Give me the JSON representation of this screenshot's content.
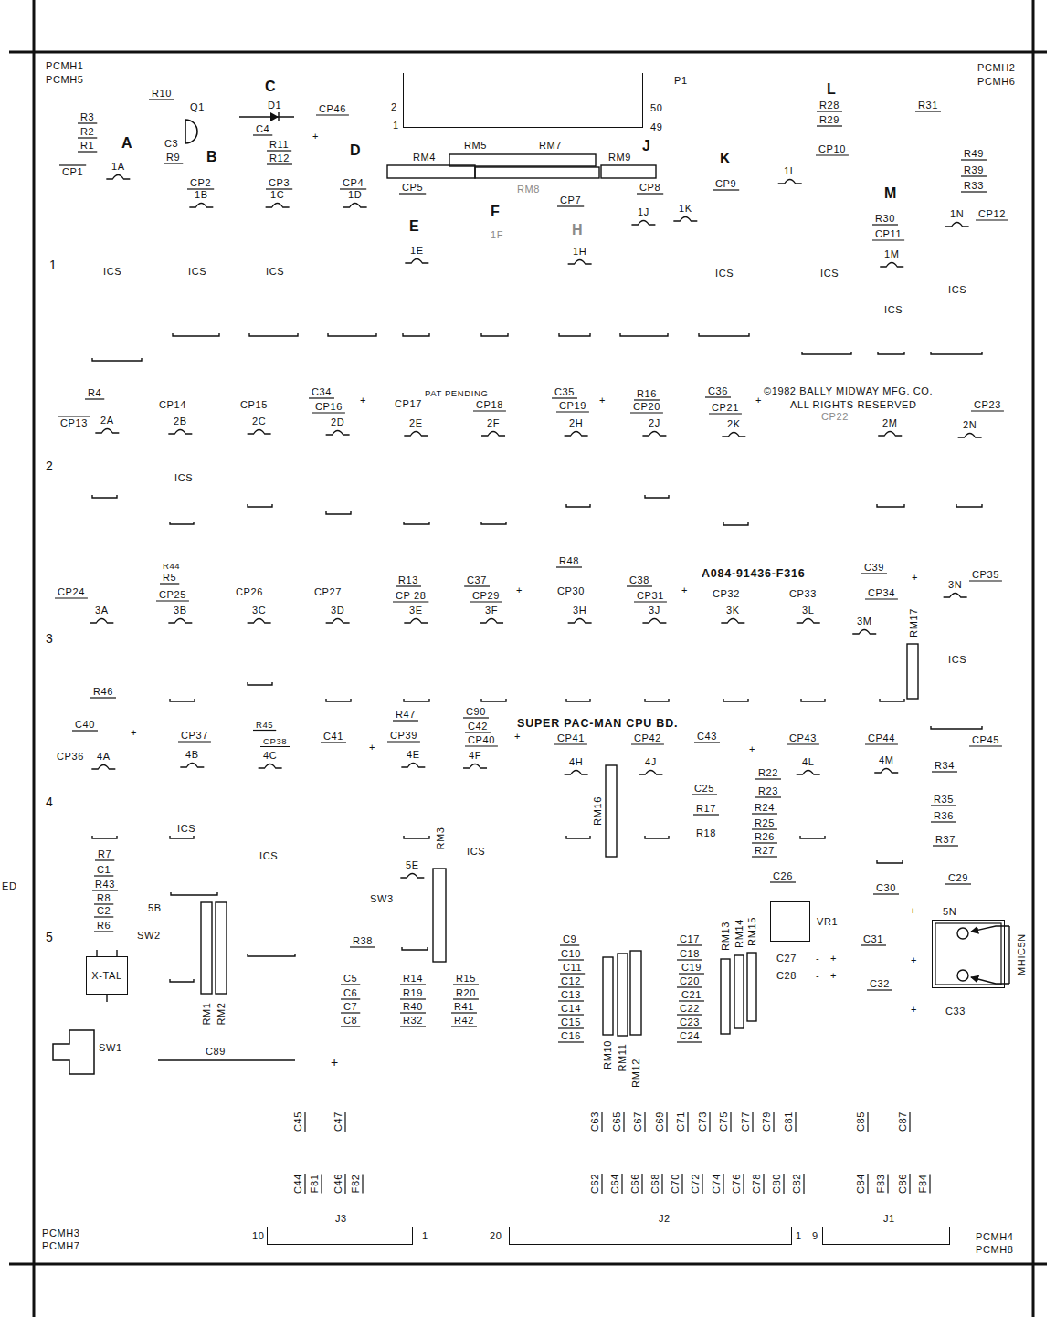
{
  "diagram": {
    "nodes": [
      {
        "text": [
          "P1"
        ]
      },
      {
        "text": [
          "X-TAL"
        ]
      },
      {
        "text": [
          "SW1"
        ]
      },
      {
        "text": [
          "VR1"
        ]
      },
      {
        "text": [
          "MHIC5N"
        ]
      },
      {
        "text": [
          "J3"
        ]
      },
      {
        "text": [
          "J2"
        ]
      },
      {
        "text": [
          "J1"
        ]
      }
    ],
    "labels": [
      "PCMH1",
      "PCMH5",
      "PCMH2",
      "PCMH6",
      "PCMH3",
      "PCMH7",
      "PCMH4",
      "PCMH8",
      "ED",
      "1",
      "2",
      "3",
      "4",
      "5",
      "R10",
      "Q1",
      "C",
      "D1",
      "C4",
      "CP46",
      "+",
      "R3",
      "R2",
      "R1",
      "A",
      "C3",
      "R9",
      "B",
      "R11",
      "R12",
      "D",
      "1A",
      "CP1",
      "CP2",
      "1B",
      "CP3",
      "1C",
      "CP4",
      "1D",
      "2",
      "1",
      "50",
      "49",
      "RM4",
      "RM5",
      "RM7",
      "RM9",
      "J",
      "CP5",
      "RM8",
      "F",
      "CP7",
      "CP8",
      "E",
      "1F",
      "H",
      "1E",
      "1H",
      "1J",
      "K",
      "CP9",
      "1K",
      "L",
      "R28",
      "R29",
      "R31",
      "CP10",
      "1L",
      "M",
      "R49",
      "R39",
      "R33",
      "R30",
      "CP11",
      "1N",
      "CP12",
      "1M",
      "ICS",
      "ICS",
      "ICS",
      "ICS",
      "ICS",
      "ICS",
      "ICS",
      "R4",
      "CP13",
      "2A",
      "CP14",
      "2B",
      "CP15",
      "2C",
      "C34",
      "CP16",
      "+",
      "2D",
      "CP17",
      "2E",
      "PAT PENDING",
      "CP18",
      "2F",
      "C35",
      "CP19",
      "+",
      "2H",
      "R16",
      "CP20",
      "2J",
      "C36",
      "CP21",
      "+",
      "2K",
      "©1982 BALLY MIDWAY MFG. CO.",
      "ALL RIGHTS RESERVED",
      "CP22",
      "2M",
      "CP23",
      "2N",
      "ICS",
      "R44",
      "R5",
      "CP25",
      "3B",
      "CP24",
      "3A",
      "CP26",
      "3C",
      "CP27",
      "3D",
      "R13",
      "CP 28",
      "3E",
      "C37",
      "CP29",
      "+",
      "3F",
      "R48",
      "CP30",
      "3H",
      "C38",
      "CP31",
      "+",
      "3J",
      "A084-91436-F316",
      "CP32",
      "3K",
      "CP33",
      "3L",
      "C39",
      "CP34",
      "+",
      "3N",
      "CP35",
      "3M",
      "RM17",
      "ICS",
      "R46",
      "C40",
      "CP36",
      "4A",
      "+",
      "CP37",
      "4B",
      "R45",
      "CP38",
      "4C",
      "C41",
      "+",
      "R47",
      "CP39",
      "4E",
      "C90",
      "C42",
      "CP40",
      "4F",
      "+",
      "SUPER PAC-MAN CPU BD.",
      "CP41",
      "4H",
      "CP42",
      "4J",
      "C43",
      "+",
      "CP43",
      "4L",
      "CP44",
      "4M",
      "CP45",
      "R34",
      "R22",
      "R23",
      "R24",
      "R25",
      "R26",
      "R27",
      "C25",
      "R17",
      "R18",
      "RM16",
      "R35",
      "R36",
      "R37",
      "ICS",
      "ICS",
      "ICS",
      "RM3",
      "5E",
      "SW3",
      "R7",
      "C1",
      "R43",
      "R8",
      "C2",
      "R6",
      "5B",
      "SW2",
      "R38",
      "RM1",
      "RM2",
      "C5",
      "C6",
      "C7",
      "C8",
      "R14",
      "R19",
      "R40",
      "R32",
      "R15",
      "R20",
      "R41",
      "R42",
      "C9",
      "C10",
      "C11",
      "C12",
      "C13",
      "C14",
      "C15",
      "C16",
      "RM10",
      "RM11",
      "RM12",
      "C17",
      "C18",
      "C19",
      "C20",
      "C21",
      "C22",
      "C23",
      "C24",
      "RM13",
      "RM14",
      "RM15",
      "C26",
      "C27",
      "-",
      "+",
      "C28",
      "-",
      "+",
      "C30",
      "+",
      "C29",
      "5N",
      "C31",
      "+",
      "C32",
      "+",
      "C33",
      "C89",
      "+",
      "C45",
      "C47",
      "C63",
      "C65",
      "C67",
      "C69",
      "C71",
      "C73",
      "C75",
      "C77",
      "C79",
      "C81",
      "C85",
      "C87",
      "C44",
      "F81",
      "C46",
      "F82",
      "C62",
      "C64",
      "C66",
      "C68",
      "C70",
      "C72",
      "C74",
      "C76",
      "C78",
      "C80",
      "C82",
      "C84",
      "F83",
      "C86",
      "F84",
      "10",
      "1",
      "20",
      "1",
      "9"
    ]
  }
}
